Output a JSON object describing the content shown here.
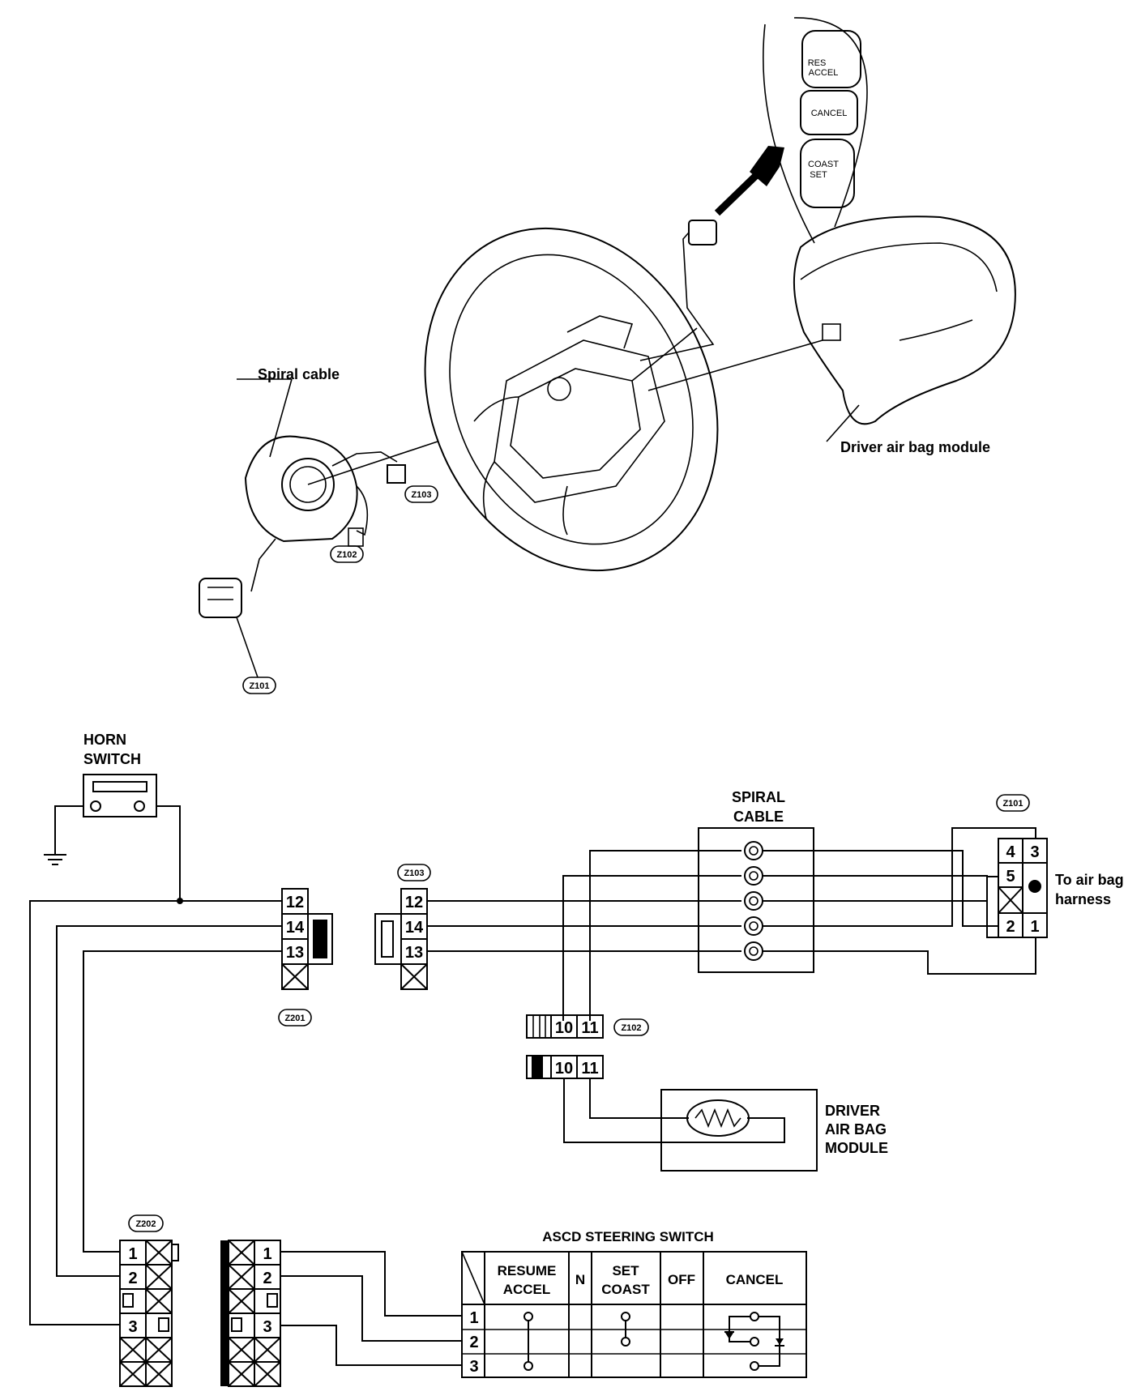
{
  "illustration": {
    "switch_buttons": [
      "RES",
      "ACCEL",
      "CANCEL",
      "COAST",
      "SET"
    ],
    "spiral_cable_label": "Spiral cable",
    "airbag_label": "Driver air bag module",
    "tags": {
      "z103": "Z103",
      "z102": "Z102",
      "z101": "Z101"
    }
  },
  "schematic": {
    "horn_switch": [
      "HORN",
      "SWITCH"
    ],
    "spiral_cable": [
      "SPIRAL",
      "CABLE"
    ],
    "airbag_harness": [
      "To air bag",
      "harness"
    ],
    "airbag_module": [
      "DRIVER",
      "AIR BAG",
      "MODULE"
    ],
    "tags": {
      "z101": "Z101",
      "z103": "Z103",
      "z201": "Z201",
      "z102": "Z102",
      "z202": "Z202"
    },
    "z201_pins": [
      "12",
      "14",
      "13"
    ],
    "z103_pins": [
      "12",
      "14",
      "13"
    ],
    "z101_pins": {
      "top_left": "4",
      "top_right": "3",
      "mid": "5",
      "bottom_left": "2",
      "bottom_right": "1"
    },
    "z102_pins": [
      "10",
      "11"
    ],
    "z202_pins": [
      "1",
      "2",
      "3"
    ],
    "ascd": {
      "title": "ASCD STEERING SWITCH",
      "col_resume": [
        "RESUME",
        "ACCEL"
      ],
      "col_n": "N",
      "col_set": [
        "SET",
        "COAST"
      ],
      "col_off": "OFF",
      "col_cancel": "CANCEL",
      "rows": [
        "1",
        "2",
        "3"
      ]
    }
  }
}
